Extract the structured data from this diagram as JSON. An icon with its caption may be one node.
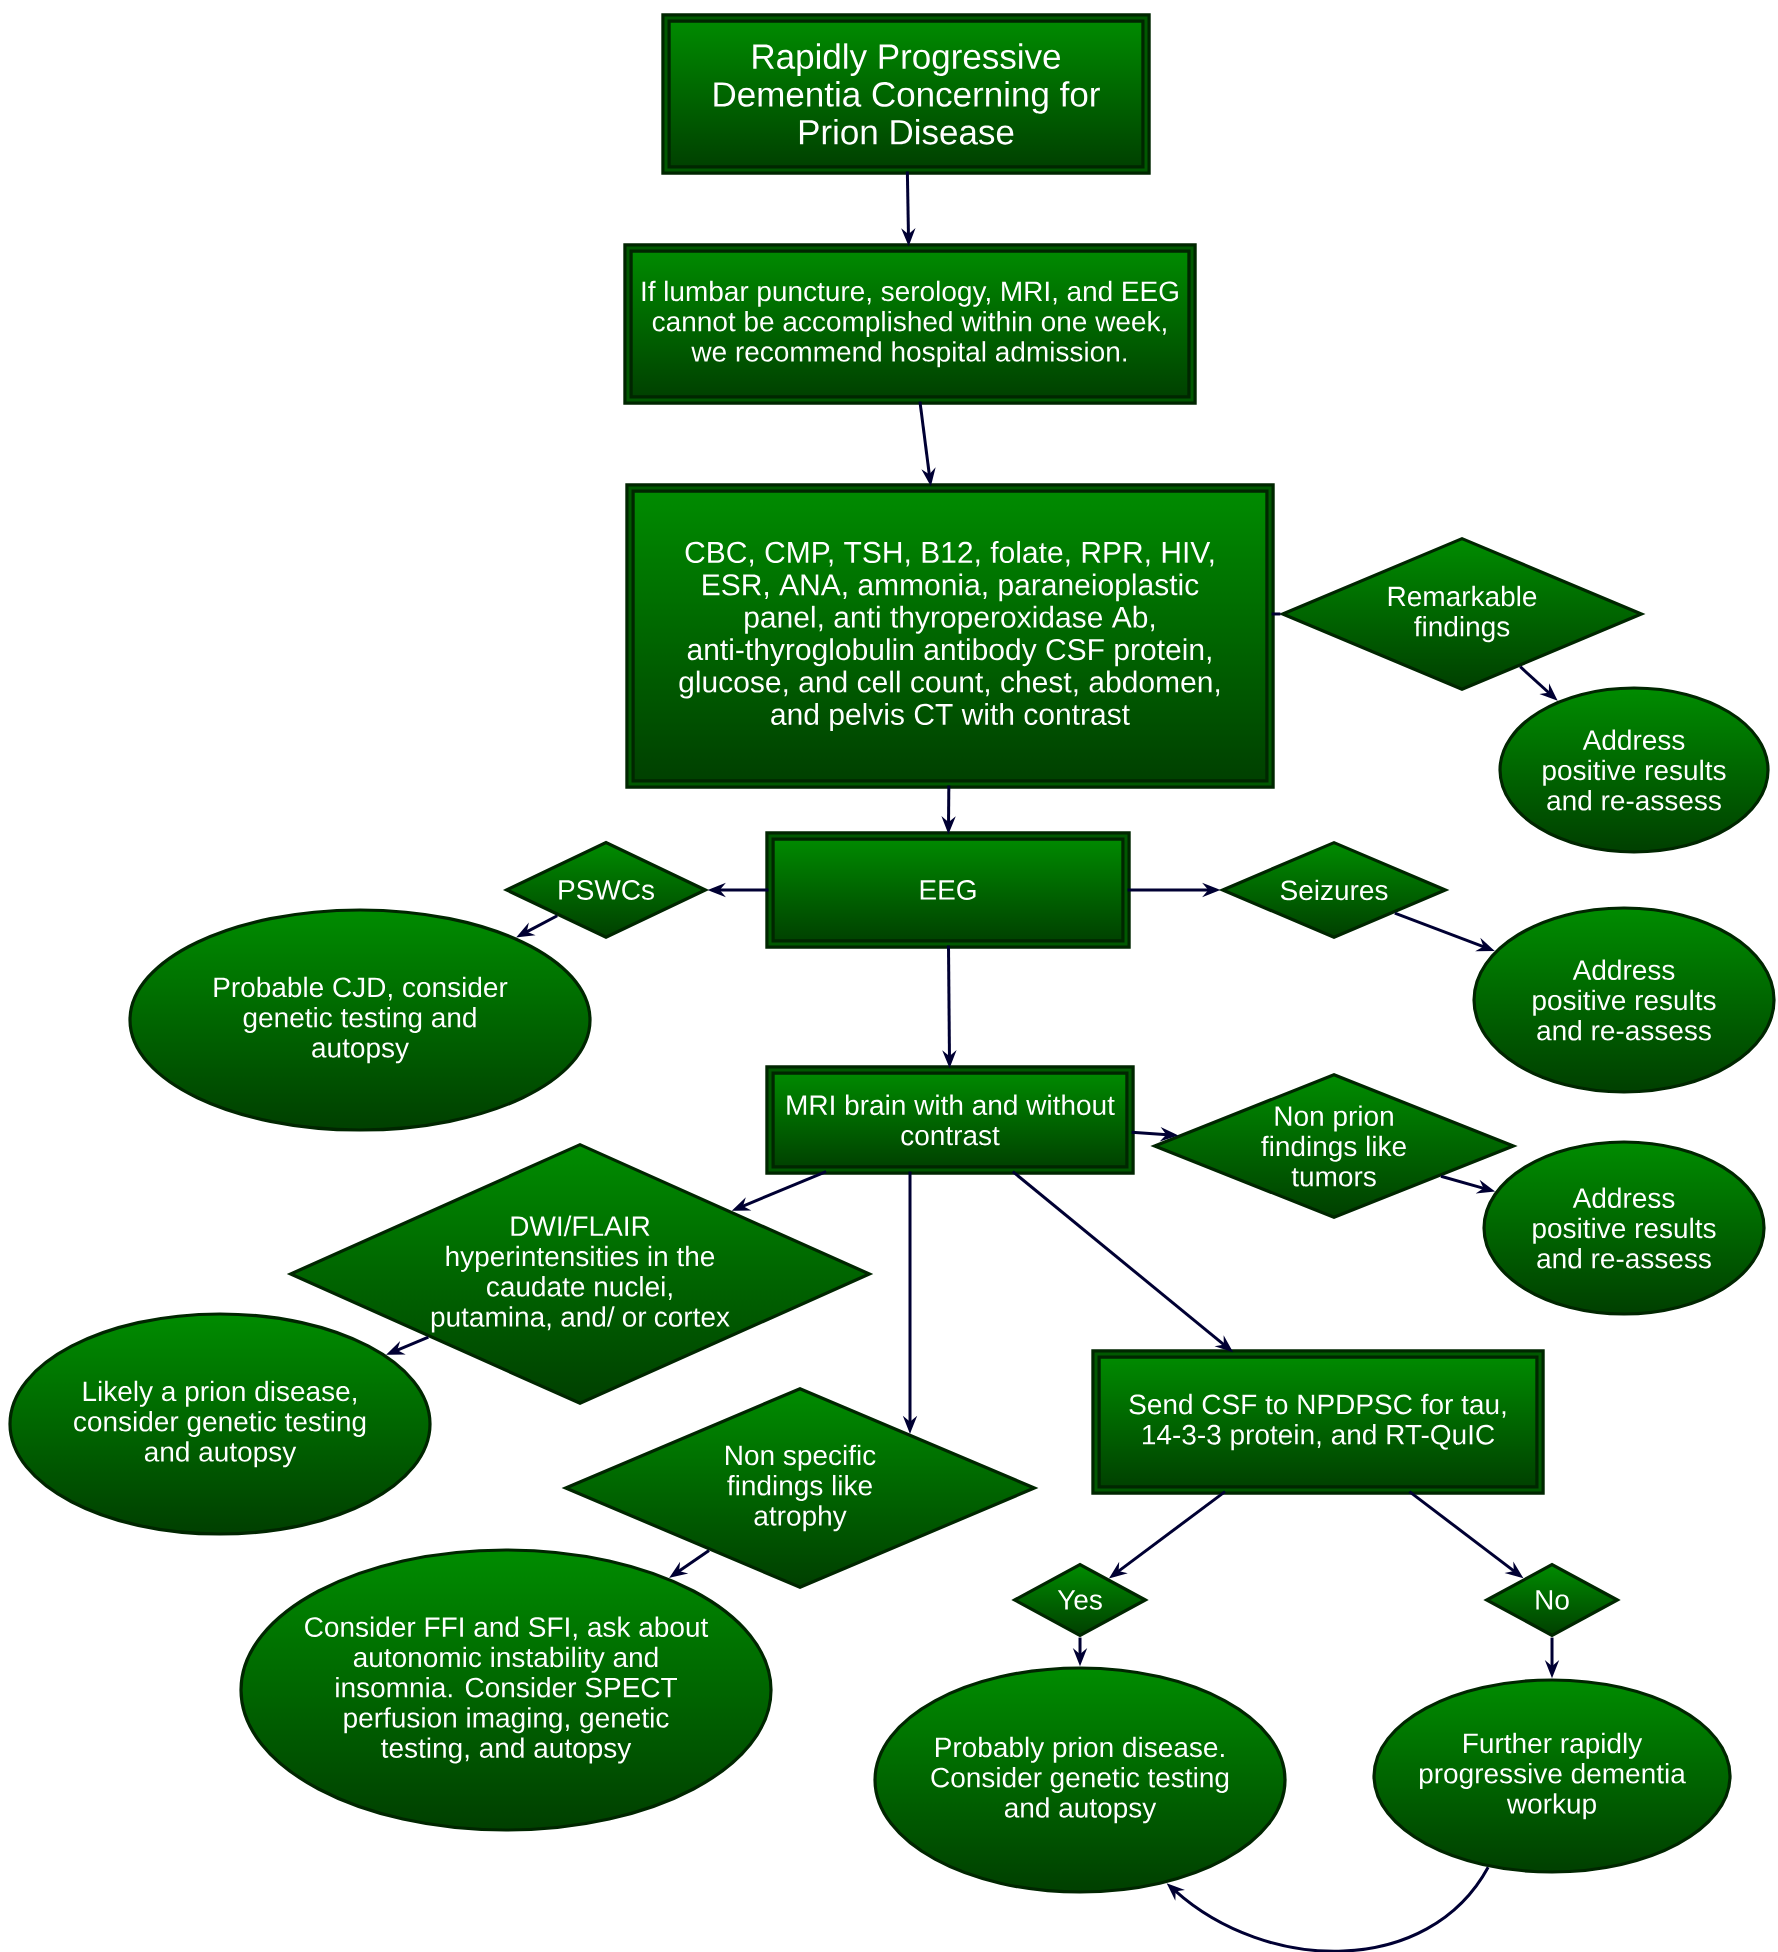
{
  "diagram": {
    "nodes": [
      {
        "text": [
          "Rapidly Progressive Dementia Concerning for Prion Disease"
        ]
      },
      {
        "text": [
          "If lumbar puncture, serology, MRI, and EEG cannot be accomplished within one week, we recommend hospital admission."
        ]
      },
      {
        "text": [
          "CBC, CMP, TSH, B12, folate, RPR, HIV, ESR, ANA, ammonia, paraneioplastic panel, anti thyroperoxidase Ab, anti-thyroglobulin antibody CSF protein, glucose, and cell count, chest, abdomen, and pelvis CT with contrast"
        ]
      },
      {
        "text": [
          "Remarkable findings"
        ]
      },
      {
        "text": [
          "Address positive results and re-assess"
        ]
      },
      {
        "text": [
          "EEG"
        ]
      },
      {
        "text": [
          "PSWCs"
        ]
      },
      {
        "text": [
          "Probable CJD, consider genetic testing and autopsy"
        ]
      },
      {
        "text": [
          "Seizures"
        ]
      },
      {
        "text": [
          "Address positive results and re-assess"
        ]
      },
      {
        "text": [
          "MRI brain with and without contrast"
        ]
      },
      {
        "text": [
          "Non prion findings like tumors"
        ]
      },
      {
        "text": [
          "Address positive results and re-assess"
        ]
      },
      {
        "text": [
          "DWI/FLAIR hyperintensities in the caudate nuclei, putamina, and/ or cortex"
        ]
      },
      {
        "text": [
          "Likely a prion disease, consider genetic testing and autopsy"
        ]
      },
      {
        "text": [
          "Send CSF to NPDPSC for tau, 14-3-3 protein, and RT-QuIC"
        ]
      },
      {
        "text": [
          "Non specific findings like atrophy"
        ]
      },
      {
        "text": [
          "Consider FFI and SFI, ask about autonomic instability and insomnia. Consider SPECT perfusion imaging, genetic testing, and autopsy"
        ]
      },
      {
        "text": [
          "Yes"
        ]
      },
      {
        "text": [
          "No"
        ]
      },
      {
        "text": [
          "Probably prion disease. Consider genetic testing and autopsy"
        ]
      },
      {
        "text": [
          "Further rapidly progressive dementia workup"
        ]
      }
    ],
    "edges": [
      {
        "from": 0,
        "to": 1,
        "arrow": "to"
      },
      {
        "from": 1,
        "to": 2,
        "arrow": "to"
      },
      {
        "from": 2,
        "to": 3,
        "arrow": "none"
      },
      {
        "from": 3,
        "to": 4,
        "arrow": "to"
      },
      {
        "from": 2,
        "to": 5,
        "arrow": "to"
      },
      {
        "from": 5,
        "to": 6,
        "arrow": "to"
      },
      {
        "from": 6,
        "to": 7,
        "arrow": "to"
      },
      {
        "from": 5,
        "to": 8,
        "arrow": "to"
      },
      {
        "from": 8,
        "to": 9,
        "arrow": "to"
      },
      {
        "from": 5,
        "to": 10,
        "arrow": "to"
      },
      {
        "from": 10,
        "to": 11,
        "arrow": "to"
      },
      {
        "from": 11,
        "to": 12,
        "arrow": "to"
      },
      {
        "from": 10,
        "to": 13,
        "arrow": "to"
      },
      {
        "from": 13,
        "to": 14,
        "arrow": "to"
      },
      {
        "from": 10,
        "to": 16,
        "arrow": "to"
      },
      {
        "from": 16,
        "to": 17,
        "arrow": "to"
      },
      {
        "from": 10,
        "to": 15,
        "arrow": "to"
      },
      {
        "from": 15,
        "to": 18,
        "arrow": "to"
      },
      {
        "from": 15,
        "to": 19,
        "arrow": "to"
      },
      {
        "from": 18,
        "to": 20,
        "arrow": "to"
      },
      {
        "from": 19,
        "to": 21,
        "arrow": "to"
      },
      {
        "from": 21,
        "to": 20,
        "arrow": "to"
      }
    ]
  }
}
